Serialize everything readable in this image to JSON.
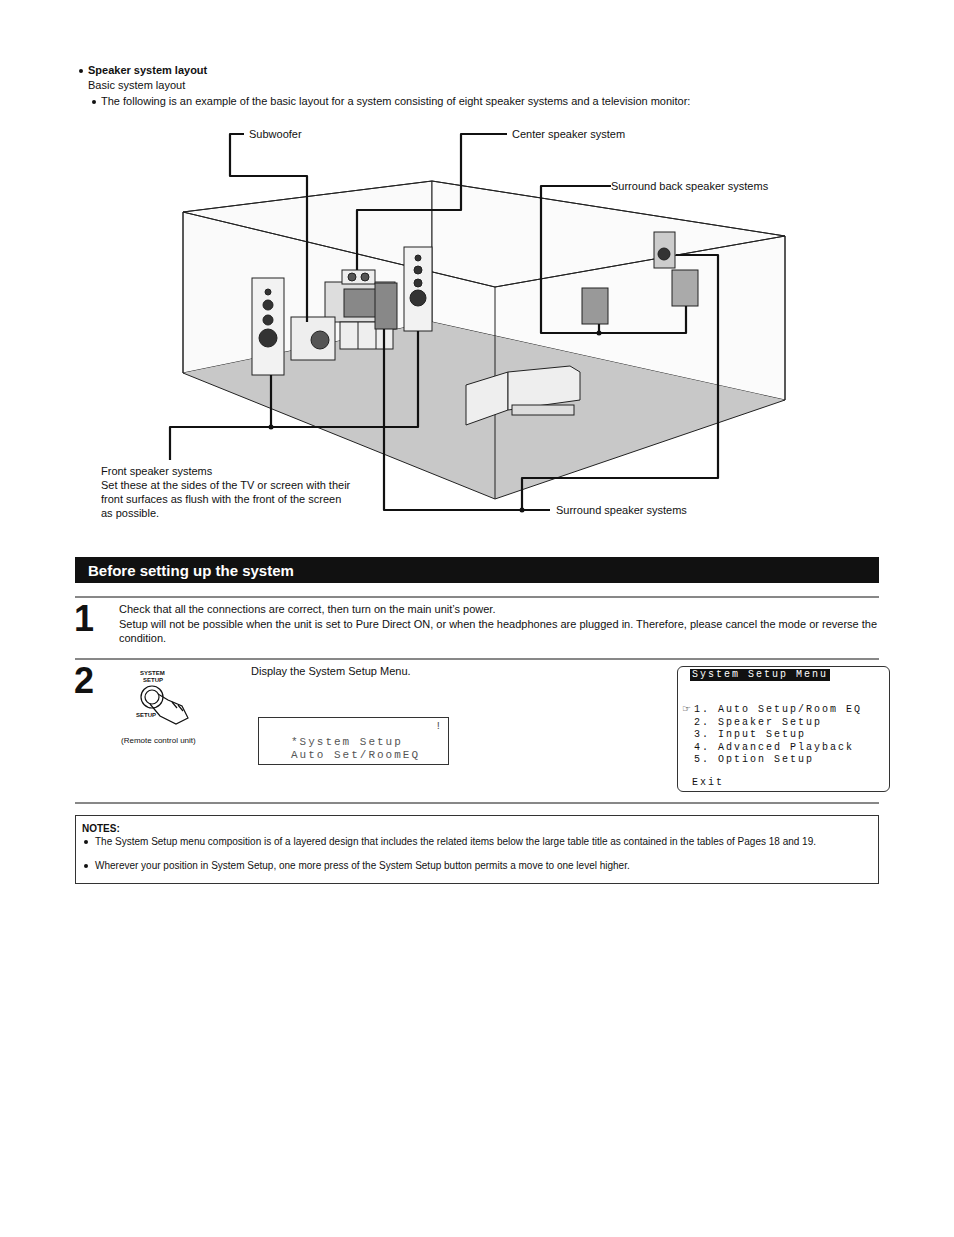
{
  "diagram": {
    "nodes": [
      {
        "text": [
          "Before setting up the system"
        ]
      },
      {
        "text": [
          "!",
          "*System Setup",
          "Auto Set/RoomEQ"
        ]
      },
      {
        "text": [
          "System Setup Menu",
          "☞",
          "1. Auto Setup/Room EQ",
          "2. Speaker Setup",
          "3. Input Setup",
          "4. Advanced Playback",
          "5. Option Setup",
          "Exit"
        ]
      },
      {
        "text": [
          "NOTES:",
          "The System Setup menu composition is of a layered design that includes the related items below the large table title as contained in the tables of Pages 18 and 19.",
          "Wherever your position in System Setup, one more press of the System Setup button permits a move to one level higher."
        ]
      }
    ],
    "labels": [
      "Speaker system layout",
      "Basic system layout",
      "The following is an example of the basic layout for a system consisting of eight speaker systems and a television monitor:",
      "Subwoofer",
      "Center speaker system",
      "Surround back speaker systems",
      "Front speaker systems",
      "Set these at the sides of the TV or screen with their front surfaces as flush with the front of the screen as possible.",
      "Surround speaker systems",
      "1",
      "Check that all the connections are correct, then turn on the main unit’s power.",
      "Setup will not be possible when the unit is set to Pure Direct ON, or when the headphones are plugged in. Therefore, please cancel the mode or reverse the condition.",
      "2",
      "SYSTEM",
      "SETUP",
      "SETUP",
      "(Remote control unit)",
      "Display the System Setup Menu."
    ]
  }
}
